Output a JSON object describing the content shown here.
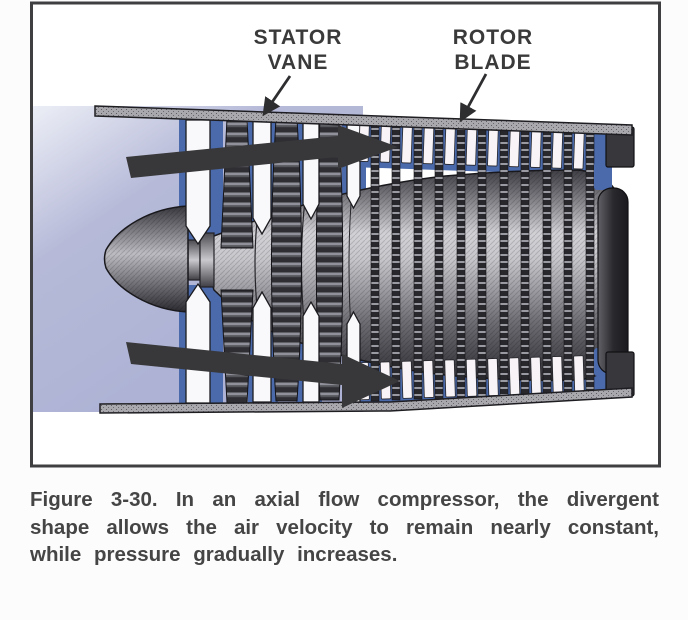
{
  "figure": {
    "labels": {
      "stator_vane": [
        "STATOR",
        "VANE"
      ],
      "rotor_blade": [
        "ROTOR",
        "BLADE"
      ]
    },
    "colors": {
      "intake_air_lavender": "#b2b6d6",
      "stator_lining_blue": "#4a6aac",
      "metal_dark": "#3a3a3e",
      "metal_light": "#c7c7cb",
      "airflow_arrow": "#38383a",
      "label_text": "#3a3a3a",
      "frame_border": "#3f3f42",
      "caption_text": "#454545"
    }
  },
  "caption": {
    "lines": [
      "Figure 3-30. In an axial flow compressor, the divergent",
      "shape allows the air velocity to remain nearly constant,",
      "while pressure gradually increases."
    ]
  }
}
